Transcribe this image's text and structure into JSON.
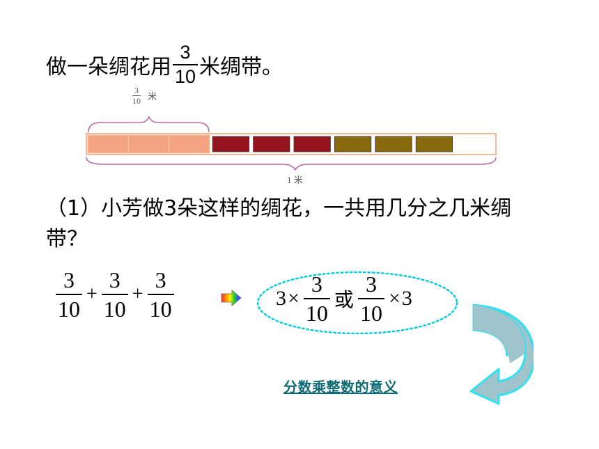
{
  "intro": {
    "before": "做一朵绸花用",
    "frac_num": "3",
    "frac_den": "10",
    "after": "米绸带。"
  },
  "ribbon": {
    "top_label_num": "3",
    "top_label_den": "10",
    "top_label_unit": "米",
    "bottom_label": "1 米",
    "segments": [
      {
        "color": "#f5a483",
        "filled": true
      },
      {
        "color": "#f5a483",
        "filled": true
      },
      {
        "color": "#f5a483",
        "filled": true
      },
      {
        "color": "#94141f",
        "filled": true
      },
      {
        "color": "#94141f",
        "filled": true
      },
      {
        "color": "#94141f",
        "filled": true
      },
      {
        "color": "#8b6a0d",
        "filled": true
      },
      {
        "color": "#8b6a0d",
        "filled": true
      },
      {
        "color": "#8b6a0d",
        "filled": true
      },
      {
        "color": "#ffffff",
        "filled": false
      }
    ],
    "border_color": "#f2b896",
    "brace_color": "#b86aa4"
  },
  "question": {
    "text": "（1）小芳做3朵这样的绸花，一共用几分之几米绸带？"
  },
  "addition": {
    "terms": [
      {
        "num": "3",
        "den": "10"
      },
      {
        "num": "3",
        "den": "10"
      },
      {
        "num": "3",
        "den": "10"
      }
    ],
    "operator": "+"
  },
  "answer": {
    "left_factor": "3",
    "times": "×",
    "num": "3",
    "den": "10",
    "or": "或",
    "num2": "3",
    "den2": "10",
    "times2": "×",
    "right_factor": "3"
  },
  "link": {
    "label": "分数乘整数的意义"
  },
  "colors": {
    "ellipse": "#00ccdd",
    "curved_arrow_fill": "#9fc4cc",
    "curved_arrow_stroke": "#33e0f0",
    "link": "#0e6b74"
  },
  "icons": {
    "small_arrow": "rainbow-arrow-right-icon",
    "curved_arrow": "curved-return-arrow-icon"
  }
}
